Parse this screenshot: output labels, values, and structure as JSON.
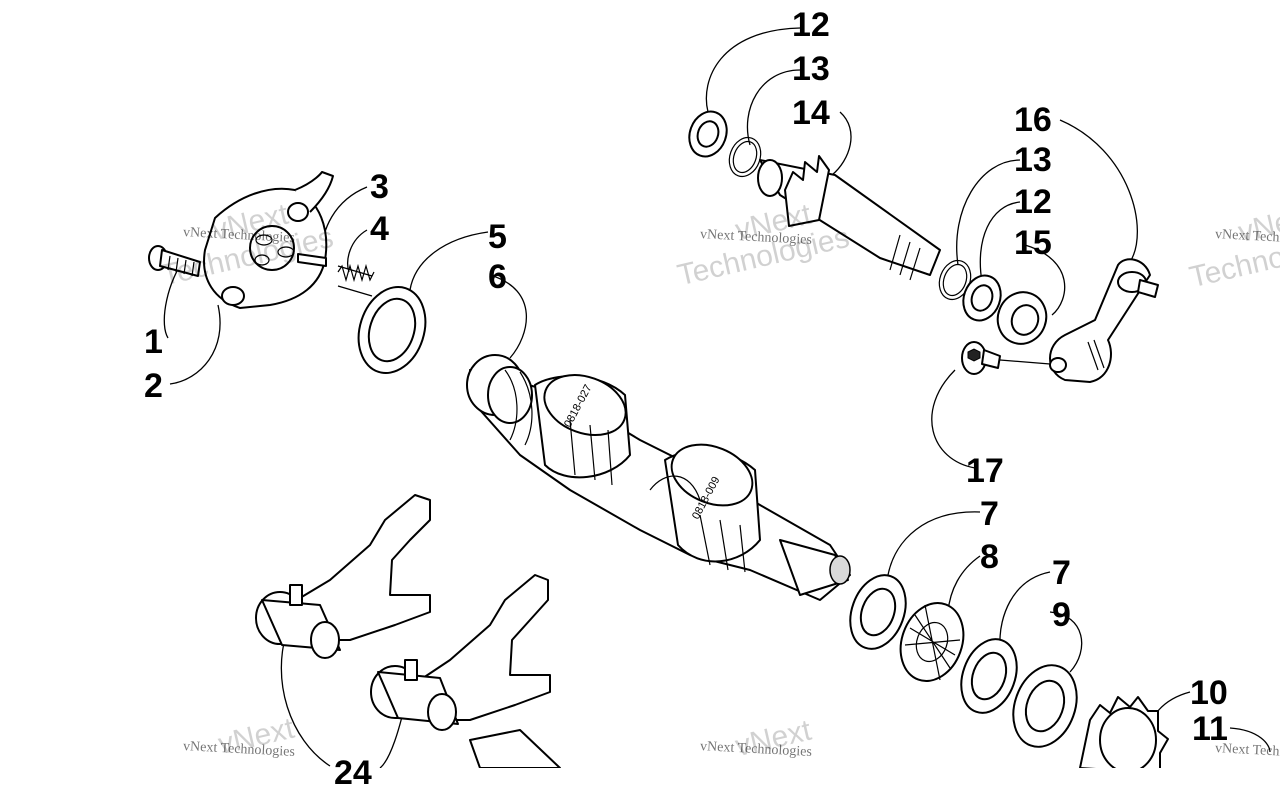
{
  "callouts": [
    "1",
    "2",
    "3",
    "4",
    "5",
    "6",
    "7",
    "8",
    "7",
    "9",
    "10",
    "11",
    "12",
    "13",
    "14",
    "16",
    "13",
    "12",
    "15",
    "17",
    "24"
  ],
  "watermark": {
    "small": "vNext Technologies",
    "large_top": "vNext",
    "large_bottom": "Technologies"
  },
  "stamps": {
    "cam_a": "0818-027",
    "cam_b": "0818-009"
  }
}
